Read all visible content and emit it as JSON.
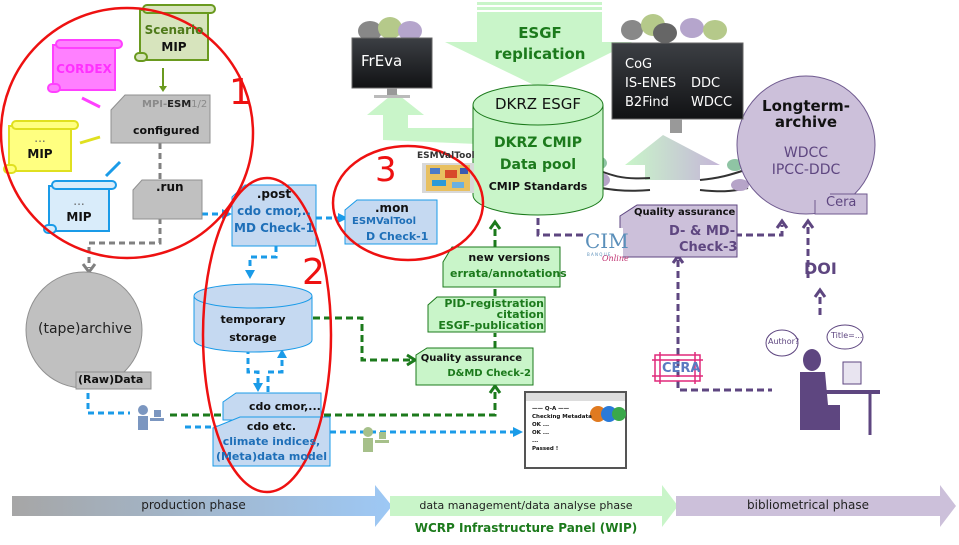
{
  "colors": {
    "red_circle": "#ee1111",
    "green": "#1f8a1f",
    "green_fill": "#c9f5c9",
    "blue": "#1a9be8",
    "blue_fill": "#c5d9f1",
    "blue_text": "#1e6fb8",
    "purple": "#5e4680",
    "purple_fill": "#ccc0da",
    "gray_fill": "#c0c0c0",
    "magenta": "#ff40ff",
    "yellow": "#ffff80"
  },
  "inputs": {
    "scenario_mip": {
      "line1": "Scenario",
      "line2": "MIP"
    },
    "cordex": {
      "label": "CORDEX"
    },
    "yellow_mip": {
      "line1": "...",
      "line2": "MIP"
    },
    "blue_mip": {
      "line1": "...",
      "line2": "MIP"
    }
  },
  "model": {
    "name_prefix": "MPI-",
    "name_bold": "ESM",
    "name_suffix": "1/2",
    "status": "configured",
    "run": ".run"
  },
  "post": {
    "title": ".post",
    "line1": "cdo cmor,..",
    "line2": "MD Check-1"
  },
  "mon": {
    "title": ".mon",
    "line1": "ESMValTool",
    "line2": "D Check-1",
    "thumbnail_label": "ESMValTool"
  },
  "markers": {
    "one": "1",
    "two": "2",
    "three": "3"
  },
  "archive": {
    "label": "(tape)archive",
    "tab": "(Raw)Data"
  },
  "temp_storage": {
    "line1": "temporary",
    "line2": "storage"
  },
  "cdo_tools": {
    "back": "cdo cmor,...",
    "line1": "cdo  etc.",
    "line2": "climate indices,",
    "line3": "(Meta)data model"
  },
  "freva": {
    "label": "FrEva"
  },
  "esgf_replication": {
    "line1": "ESGF",
    "line2": "replication"
  },
  "portal_screen": {
    "rows": [
      [
        "CoG",
        ""
      ],
      [
        "IS-ENES",
        "DDC"
      ],
      [
        "B2Find",
        "WDCC"
      ]
    ]
  },
  "datapool": {
    "top": "DKRZ ESGF",
    "line1": "DKRZ CMIP",
    "line2": "Data pool",
    "line3": "CMIP Standards"
  },
  "longterm": {
    "line1": "Longterm-",
    "line2": "archive",
    "line3": "WDCC",
    "line4": "IPCC-DDC",
    "tab": "Cera"
  },
  "qa3": {
    "title": "Quality assurance",
    "line1": "D- & MD-",
    "line2": "Check-3"
  },
  "cim_logo": {
    "text": "CIM",
    "sub": "B A N Q U E",
    "script": "Online"
  },
  "new_versions": {
    "line1": "new versions",
    "line2": "errata/annotations"
  },
  "pid": {
    "line1": "PID-registration",
    "line2": "citation",
    "line3": "ESGF-publication"
  },
  "qa2": {
    "title": "Quality assurance",
    "line1": "D&MD Check-2"
  },
  "doi": {
    "label": "DOI"
  },
  "cera_logo": {
    "text": "CERA"
  },
  "thoughts": {
    "left": "Author?",
    "right": "Title=..."
  },
  "qa_report": {
    "lines": [
      "—— Q-A ——",
      "Checking Metadata",
      "OK ...",
      "OK ...",
      "...",
      "Passed !"
    ]
  },
  "phases": [
    {
      "label": "production phase"
    },
    {
      "label": "data management/data analyse phase"
    },
    {
      "label": "bibliometrical phase"
    }
  ],
  "footer": {
    "label": "WCRP Infrastructure Panel (WIP)"
  }
}
